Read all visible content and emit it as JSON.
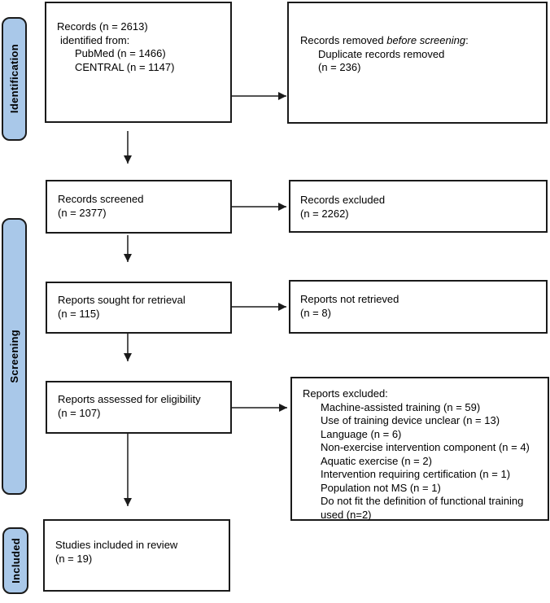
{
  "diagram": {
    "kind": "prisma-flow-diagram"
  },
  "stages": {
    "identification": "Identification",
    "screening": "Screening",
    "included": "Included"
  },
  "boxes": {
    "records_identified": {
      "lines": [
        {
          "text": "Records (n = 2613)",
          "indent": 0
        },
        {
          "text": "identified from:",
          "indent": 1
        },
        {
          "text": "PubMed (n = 1466)",
          "indent": 2
        },
        {
          "text": "CENTRAL (n = 1147)",
          "indent": 2
        }
      ]
    },
    "records_removed": {
      "lines": [
        {
          "parts": [
            {
              "text": "Records removed "
            },
            {
              "text": "before screening",
              "italic": true
            },
            {
              "text": ":"
            }
          ],
          "indent": 0
        },
        {
          "text": "Duplicate records removed",
          "indent": 2
        },
        {
          "text": "(n = 236)",
          "indent": 2
        }
      ]
    },
    "records_screened": {
      "lines": [
        {
          "text": "Records screened",
          "indent": 0
        },
        {
          "text": "(n = 2377)",
          "indent": 0
        }
      ]
    },
    "records_excluded": {
      "lines": [
        {
          "text": "Records excluded",
          "indent": 0
        },
        {
          "text": "(n = 2262)",
          "indent": 0
        }
      ]
    },
    "reports_sought": {
      "lines": [
        {
          "text": "Reports sought for retrieval",
          "indent": 0
        },
        {
          "text": "(n = 115)",
          "indent": 0
        }
      ]
    },
    "reports_not_retrieved": {
      "lines": [
        {
          "text": "Reports not retrieved",
          "indent": 0
        },
        {
          "text": "(n = 8)",
          "indent": 0
        }
      ]
    },
    "reports_assessed": {
      "lines": [
        {
          "text": "Reports assessed for eligibility",
          "indent": 0
        },
        {
          "text": "(n = 107)",
          "indent": 0
        }
      ]
    },
    "reports_excluded": {
      "lines": [
        {
          "text": "Reports excluded:",
          "indent": 0
        },
        {
          "text": "Machine-assisted training (n = 59)",
          "indent": 2
        },
        {
          "text": "Use of training device unclear (n = 13)",
          "indent": 2
        },
        {
          "text": "Language (n = 6)",
          "indent": 2
        },
        {
          "text": "Non-exercise intervention component (n = 4)",
          "indent": 2
        },
        {
          "text": "Aquatic exercise (n = 2)",
          "indent": 2
        },
        {
          "text": "Intervention requiring certification (n = 1)",
          "indent": 2
        },
        {
          "text": "Population not MS (n = 1)",
          "indent": 2
        },
        {
          "text": "Do not fit the definition of functional training",
          "indent": 2
        },
        {
          "text": "used (n=2)",
          "indent": 2
        }
      ]
    },
    "studies_included": {
      "lines": [
        {
          "text": "Studies included in review",
          "indent": 0
        },
        {
          "text": "(n = 19)",
          "indent": 0
        }
      ]
    }
  },
  "colors": {
    "stage_fill": "#a9c8e9",
    "box_fill": "#ffffff",
    "border": "#1a1a1a"
  }
}
